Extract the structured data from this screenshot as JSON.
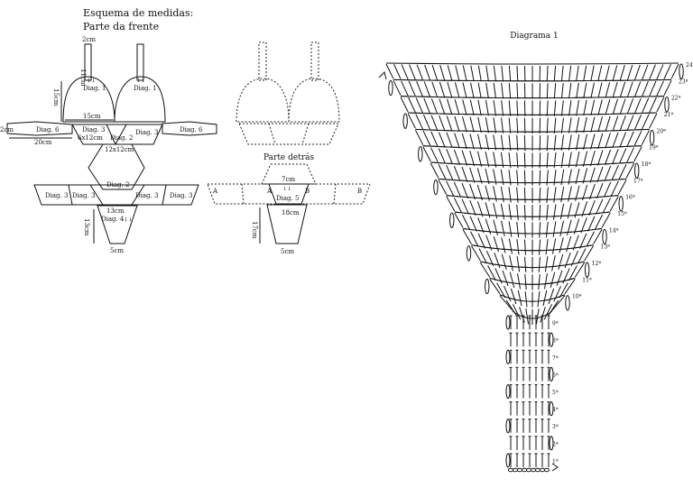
{
  "schema": {
    "title": "Esquema de medidas:",
    "front_title": "Parte da frente",
    "back_title": "Parte detrás",
    "dims": {
      "strap_width": "2cm",
      "strap_len": "11cm",
      "cup_height": "15cm",
      "cup_width": "15cm",
      "side_len": "20cm",
      "side_width": "2cm",
      "band_size": "6x12cm",
      "hex_size": "12x12cm",
      "bottom_top": "13cm",
      "bottom_height": "13cm",
      "bottom_base": "5cm",
      "back_top": "7cm",
      "back_mid": "18cm",
      "back_height": "17cm",
      "back_base": "5cm"
    },
    "labels": {
      "diag1": "Diag. 1",
      "diag2": "Diag. 2",
      "diag3": "Diag. 3",
      "diag4": "Diag. 4",
      "diag5": "Diag. 5",
      "diag6": "Diag. 6",
      "arrows": "↓↓",
      "pt_a": "A",
      "pt_b": "B"
    }
  },
  "diagram": {
    "title": "Diagrama 1",
    "rows_left": [
      "1ª",
      "2ª",
      "3ª",
      "4ª",
      "5ª",
      "6ª",
      "7ª",
      "8ª",
      "9ª"
    ],
    "rows_right": [
      "10ª",
      "11ª",
      "12ª",
      "13ª",
      "14ª",
      "15ª",
      "16ª",
      "17ª",
      "18ª",
      "19ª",
      "20ª",
      "21ª",
      "22ª",
      "23ª",
      "24ª"
    ]
  }
}
